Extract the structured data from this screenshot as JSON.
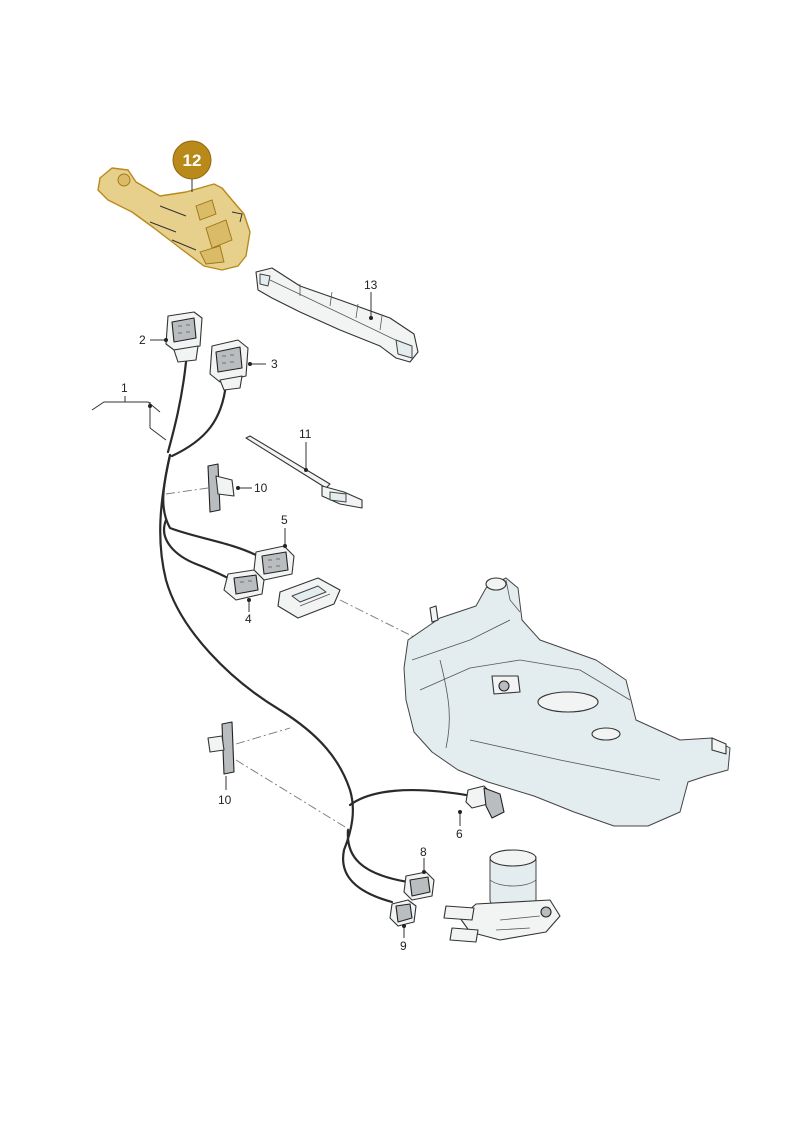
{
  "labels": {
    "l1": "1",
    "l2": "2",
    "l3": "3",
    "l4": "4",
    "l5": "5",
    "l6": "6",
    "l8": "8",
    "l9": "9",
    "l10a": "10",
    "l10b": "10",
    "l11": "11",
    "l12": "12",
    "l13": "13"
  },
  "colors": {
    "highlight_fill": "#e7cf8c",
    "highlight_stroke": "#b98a1a",
    "badge": "#b98a1a",
    "tank_fill": "#e3ecee"
  }
}
